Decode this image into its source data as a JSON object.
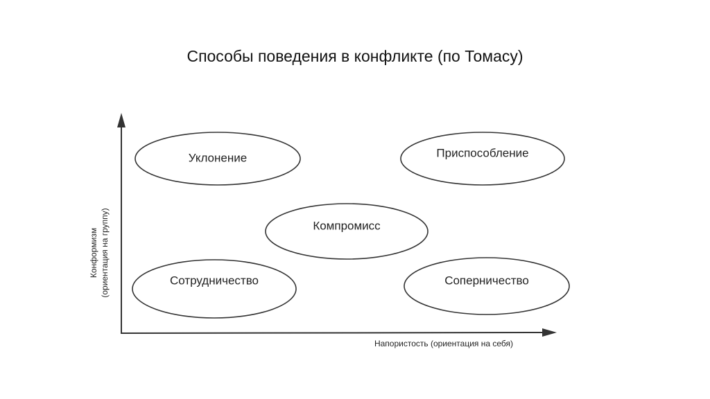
{
  "title": "Способы поведения в конфликте (по Томасу)",
  "nodes": {
    "avoidance": "Уклонение",
    "accommodation": "Приспособление",
    "compromise": "Компромисс",
    "collaboration": "Сотрудничество",
    "competition": "Соперничество"
  },
  "axes": {
    "x_label": "Напористость (ориентация на себя)",
    "y_label_line1": "Конформизм",
    "y_label_line2": "(ориентация на группу)"
  }
}
